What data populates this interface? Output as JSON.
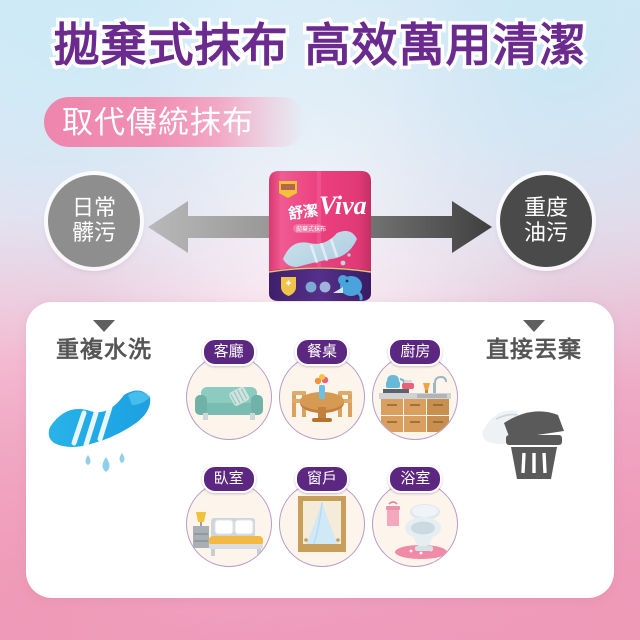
{
  "headline": {
    "part1": "拋棄式抹布",
    "part2": "高效萬用清潔",
    "color": "#6b2a8e",
    "outline": "#ffffff"
  },
  "subbanner": {
    "text": "取代傳統抹布",
    "color": "#ef85ac",
    "text_color": "#ffffff"
  },
  "scale": {
    "left_circle": {
      "line1": "日常",
      "line2": "髒污",
      "color": "#8e8e8e"
    },
    "right_circle": {
      "line1": "重度",
      "line2": "油污",
      "color": "#4a4a4a"
    },
    "arrow_icon": "double-headed-arrow"
  },
  "product": {
    "brand_cn": "舒潔",
    "brand_en": "Viva",
    "subtitle": "拋棄式抹布",
    "mascot_icon": "elephant-icon",
    "badge_icon": "shield-badge-icon",
    "package_color": "#e8457f",
    "band_color": "#4a2678"
  },
  "card": {
    "left_end": {
      "label": "重複水洗",
      "caret_icon": "caret-down-icon",
      "art_icon": "wet-cloth-icon",
      "color": "#555555"
    },
    "right_end": {
      "label": "直接丟棄",
      "caret_icon": "caret-down-icon",
      "art_icon": "trash-can-icon",
      "color": "#555555"
    },
    "rooms": [
      {
        "label": "客廳",
        "icon": "sofa-icon"
      },
      {
        "label": "餐桌",
        "icon": "dining-table-icon"
      },
      {
        "label": "廚房",
        "icon": "kitchen-counter-icon"
      },
      {
        "label": "臥室",
        "icon": "bed-icon"
      },
      {
        "label": "窗戶",
        "icon": "window-icon"
      },
      {
        "label": "浴室",
        "icon": "toilet-icon"
      }
    ],
    "tag_color": "#5c2781",
    "circle_bg": "#fdf5ec",
    "circle_border": "#b69ccb"
  }
}
